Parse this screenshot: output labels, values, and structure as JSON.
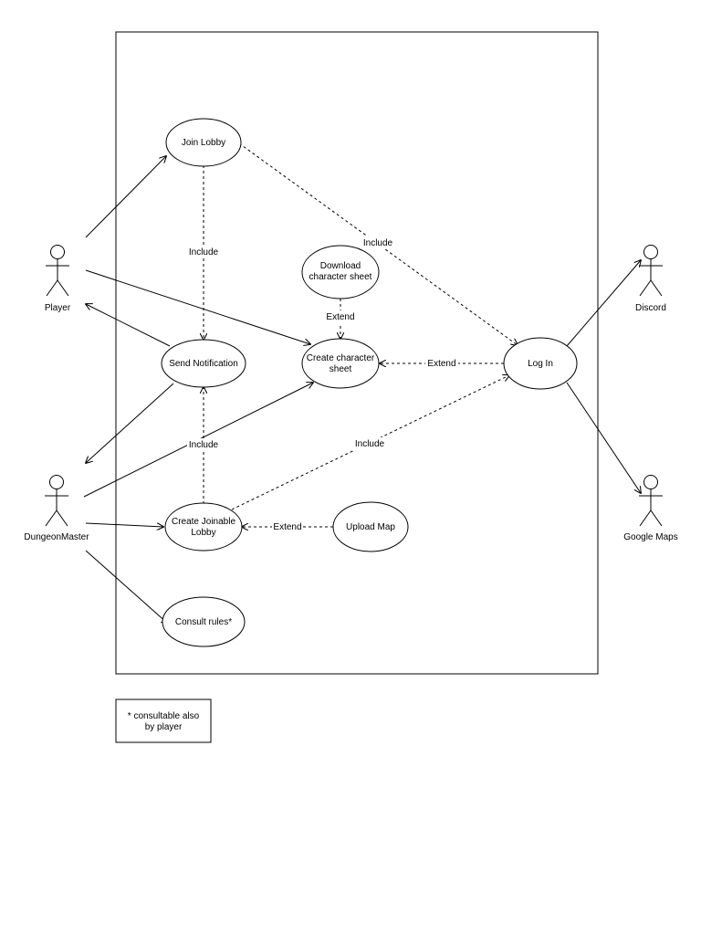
{
  "actors": {
    "player": "Player",
    "dungeon_master": "DungeonMaster",
    "discord": "Discord",
    "google_maps": "Google Maps"
  },
  "use_cases": {
    "join_lobby": [
      "Join Lobby"
    ],
    "download_sheet": [
      "Download",
      "character sheet"
    ],
    "create_sheet": [
      "Create character",
      "sheet"
    ],
    "send_notification": [
      "Send Notification"
    ],
    "log_in": [
      "Log In"
    ],
    "create_lobby": [
      "Create Joinable",
      "Lobby"
    ],
    "upload_map": [
      "Upload Map"
    ],
    "consult_rules": [
      "Consult rules*"
    ]
  },
  "edge_labels": {
    "include": "Include",
    "extend": "Extend"
  },
  "note": [
    "* consultable also",
    "by player"
  ]
}
